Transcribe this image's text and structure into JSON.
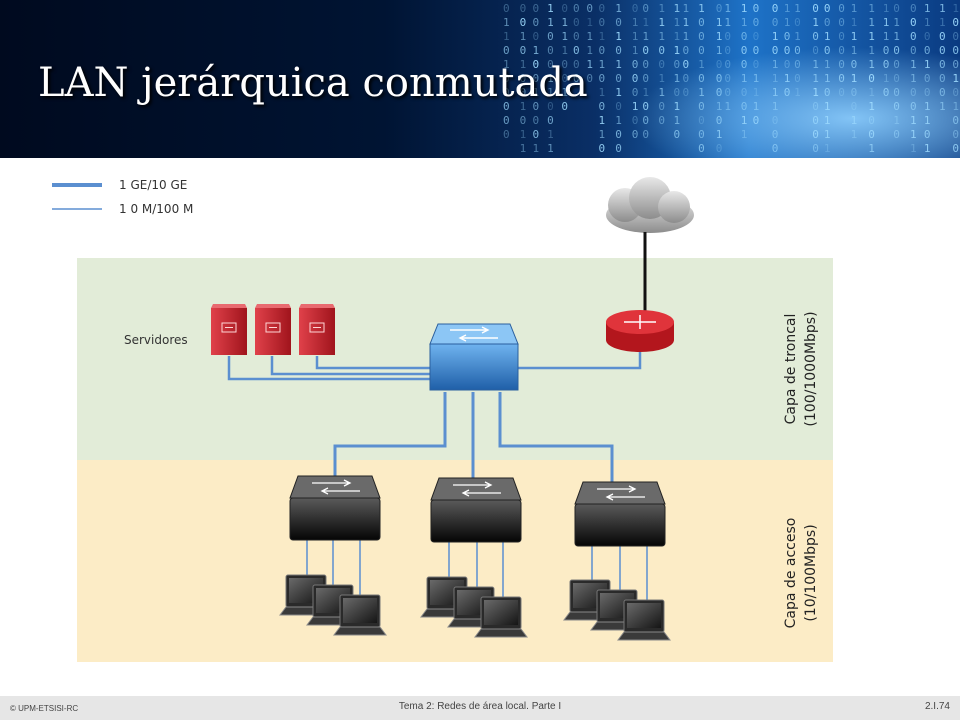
{
  "slide": {
    "title": "LAN jerárquica conmutada"
  },
  "legend": {
    "thick_label": "1 GE/10 GE",
    "thin_label": "1 0 M/100 M"
  },
  "diagram": {
    "servers_label": "Servidores",
    "core_layer_label": "Capa de troncal\n(100/1000Mbps)",
    "access_layer_label": "Capa de acceso\n(10/100Mbps)",
    "colors": {
      "core_bg": "#e2ecd8",
      "access_bg": "#fcecc6",
      "link": "#5b8fd0",
      "server_red": "#c8202a",
      "core_switch_blue": "#2e6fb7",
      "router_red": "#d9232b"
    }
  },
  "footer": {
    "copyright": "© UPM-ETSISI-RC",
    "subject": "Tema 2: Redes de área local. Parte I",
    "page": "2.I.74"
  }
}
